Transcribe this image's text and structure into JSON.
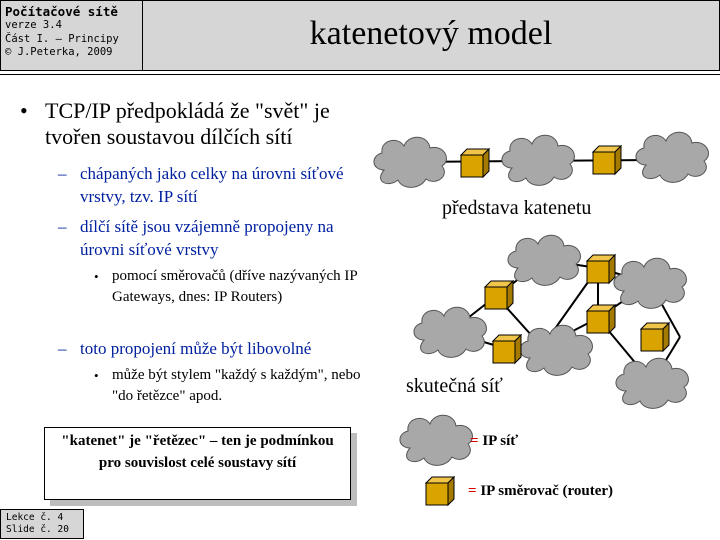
{
  "header": {
    "course_title": "Počítačové sítě",
    "version": "verze 3.4",
    "part": "Část I. – Principy",
    "copyright": "© J.Peterka, 2009",
    "slide_title": "katenetový model"
  },
  "bullets": {
    "main": "TCP/IP předpokládá že \"svět\" je tvořen soustavou dílčích sítí",
    "sub1": "chápaných jako celky na úrovni síťové vrstvy, tzv. IP sítí",
    "sub2": "dílčí sítě jsou vzájemně propojeny na úrovni síťové vrstvy",
    "sub2_detail": "pomocí směrovačů (dříve nazývaných IP Gateways, dnes: IP Routers)",
    "sub3": "toto propojení může být libovolné",
    "sub3_detail": "může být stylem \"každý s každým\", nebo \"do řetězce\" apod."
  },
  "note": "\"katenet\" je \"řetězec\" – ten je podmínkou pro souvislost celé soustavy sítí",
  "diagram": {
    "caption_top": "představa katenetu",
    "caption_bottom": "skutečná síť",
    "legend_network": "= IP síť",
    "legend_router": "= IP směrovač (router)",
    "colors": {
      "cloud": "#a8a8a8",
      "router": "#d9a400",
      "legend_text": "#d40000"
    }
  },
  "footer": {
    "lecture": "Lekce č. 4",
    "slide": "Slide č. 20"
  }
}
